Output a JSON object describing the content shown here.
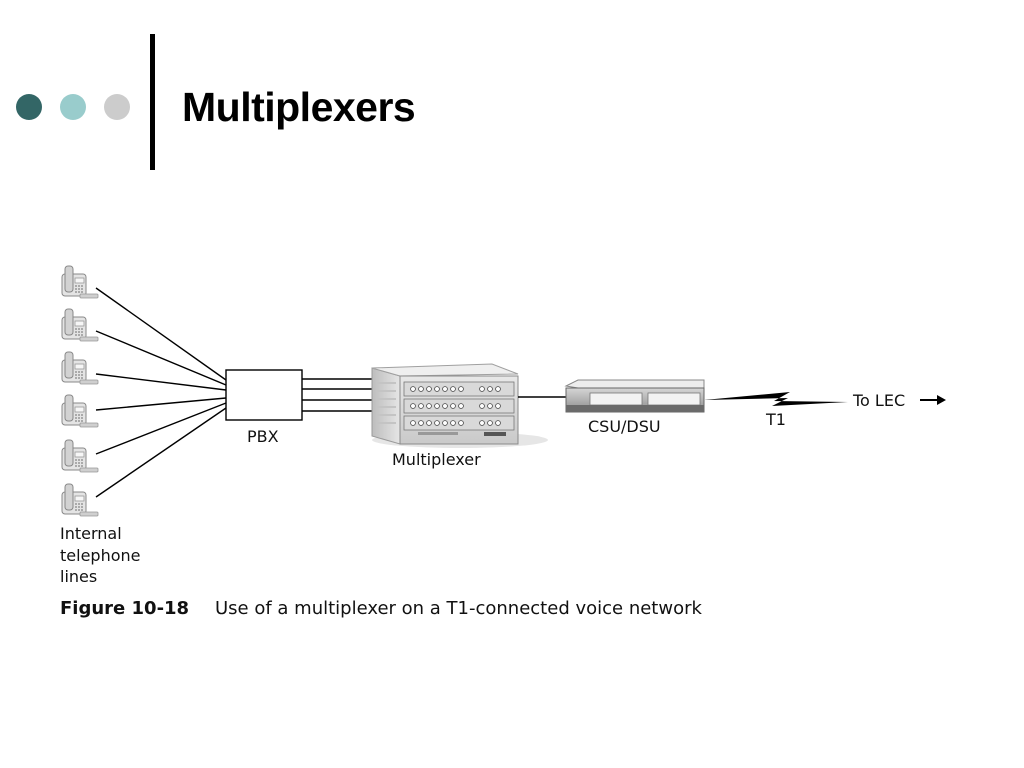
{
  "slide": {
    "title": "Multiplexers",
    "bullet_colors": [
      "#336666",
      "#99cccc",
      "#cccccc"
    ]
  },
  "diagram": {
    "phone_count": 6,
    "pbx_label": "PBX",
    "multiplexer_label": "Multiplexer",
    "csu_label": "CSU/DSU",
    "t1_label": "T1",
    "lec_label": "To LEC",
    "lines_label": [
      "Internal",
      "telephone",
      "lines"
    ]
  },
  "caption": {
    "figure": "Figure 10-18",
    "text": "Use of a multiplexer on a T1-connected voice network"
  }
}
